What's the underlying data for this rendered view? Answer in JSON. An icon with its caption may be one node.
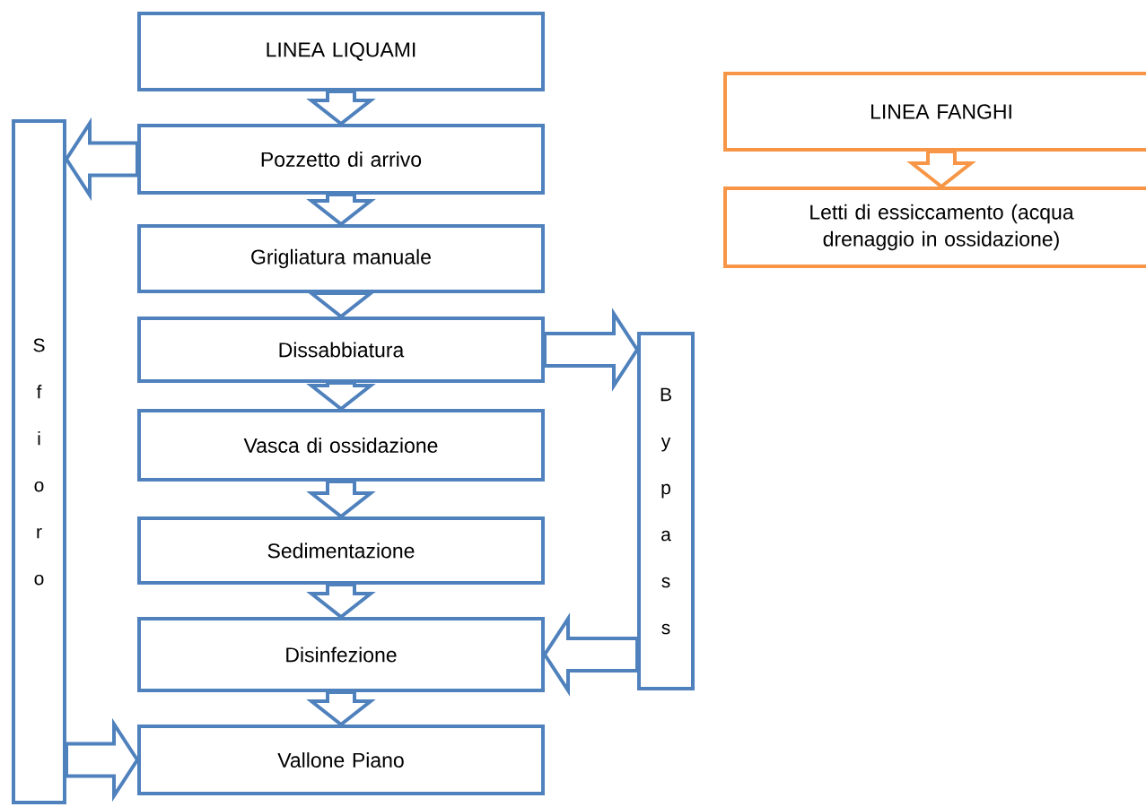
{
  "diagram": {
    "nodes": [
      {
        "text": [
          "LINEA LIQUAMI"
        ]
      },
      {
        "text": [
          "Pozzetto di arrivo"
        ]
      },
      {
        "text": [
          "Grigliatura manuale"
        ]
      },
      {
        "text": [
          "Dissabbiatura"
        ]
      },
      {
        "text": [
          "Vasca di ossidazione"
        ]
      },
      {
        "text": [
          "Sedimentazione"
        ]
      },
      {
        "text": [
          "Disinfezione"
        ]
      },
      {
        "text": [
          "Vallone  Piano"
        ]
      },
      {
        "text": [
          "Sfioro"
        ]
      },
      {
        "text": [
          "Bypass"
        ]
      },
      {
        "text": [
          "LINEA FANGHI"
        ]
      },
      {
        "text": [
          "Letti di essiccamento (acqua drenaggio in ossidazione)"
        ]
      }
    ],
    "edges": [
      {
        "from": 0,
        "to": 1,
        "arrow": "to"
      },
      {
        "from": 1,
        "to": 2,
        "arrow": "to"
      },
      {
        "from": 2,
        "to": 3,
        "arrow": "to"
      },
      {
        "from": 3,
        "to": 4,
        "arrow": "to"
      },
      {
        "from": 4,
        "to": 5,
        "arrow": "to"
      },
      {
        "from": 5,
        "to": 6,
        "arrow": "to"
      },
      {
        "from": 6,
        "to": 7,
        "arrow": "to"
      },
      {
        "from": 1,
        "to": 8,
        "arrow": "to"
      },
      {
        "from": 3,
        "to": 9,
        "arrow": "to"
      },
      {
        "from": 9,
        "to": 6,
        "arrow": "to"
      },
      {
        "from": 8,
        "to": 7,
        "arrow": "to"
      },
      {
        "from": 10,
        "to": 11,
        "arrow": "to",
        "color": "#f79646"
      }
    ]
  }
}
